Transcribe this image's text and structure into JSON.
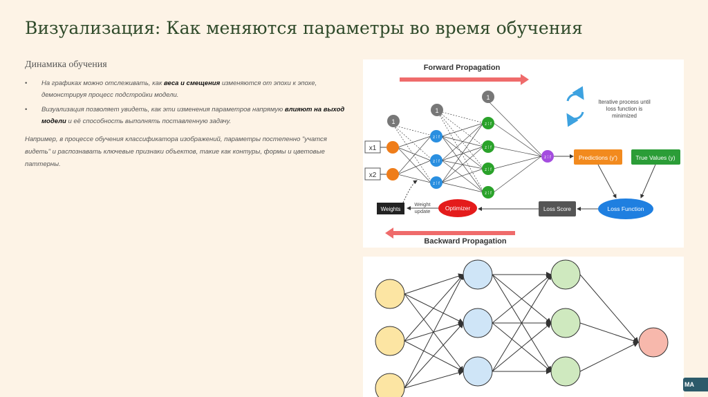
{
  "slide": {
    "title": "Визуализация: Как меняются параметры во время обучения",
    "subtitle": "Динамика обучения",
    "bullets": [
      {
        "pre": "На графиках можно отслеживать, как ",
        "bold": "веса и смещения",
        "post": " изменяются от эпохи к эпохе, демонстрируя процесс подстройки модели."
      },
      {
        "pre": "Визуализация позволяет увидеть, как эти изменения параметров напрямую ",
        "bold": "влияют на выход модели",
        "post": " и её способность выполнять поставленную задачу."
      }
    ],
    "bullet_symbol": "•",
    "paragraph": "Например, в процессе обучения классификатора изображений, параметры постепенно \"учатся видеть\" и распознавать ключевые признаки объектов, такие как контуры, формы и цветовые паттерны.",
    "badge": "MA"
  },
  "diagram1": {
    "forward_label": "Forward Propagation",
    "backward_label": "Backward Propagation",
    "inputs": [
      "x1",
      "x2"
    ],
    "bias": "1",
    "neuron_label": "z ⁞ f",
    "iterative_text": [
      "Iterative process until",
      "loss function is",
      "minimized"
    ],
    "predictions": "Predictions (y')",
    "true_values": "True Values (y)",
    "loss_function": "Loss Function",
    "loss_score": "Loss Score",
    "optimizer": "Optimizer",
    "weight_update": [
      "Weight",
      "update"
    ],
    "weights": "Weights",
    "colors": {
      "arrow_red": "#ef6b6b",
      "input": "#ef7d1a",
      "hidden1": "#2a8fe0",
      "hidden2": "#2aa22a",
      "output": "#a44ddf",
      "predictions": "#f28a1e",
      "true_values": "#2b9d37",
      "loss_function": "#1f7fe0",
      "optimizer": "#e41b1b",
      "bias": "#777777",
      "dark_box": "#222222",
      "loss_box": "#555555",
      "cycle": "#3da2e0"
    }
  },
  "diagram2": {
    "colors": {
      "input": "#fce5a3",
      "hidden1": "#cfe5f7",
      "hidden2": "#cfe9bf",
      "output": "#f7b8ac",
      "stroke": "#333333"
    }
  }
}
